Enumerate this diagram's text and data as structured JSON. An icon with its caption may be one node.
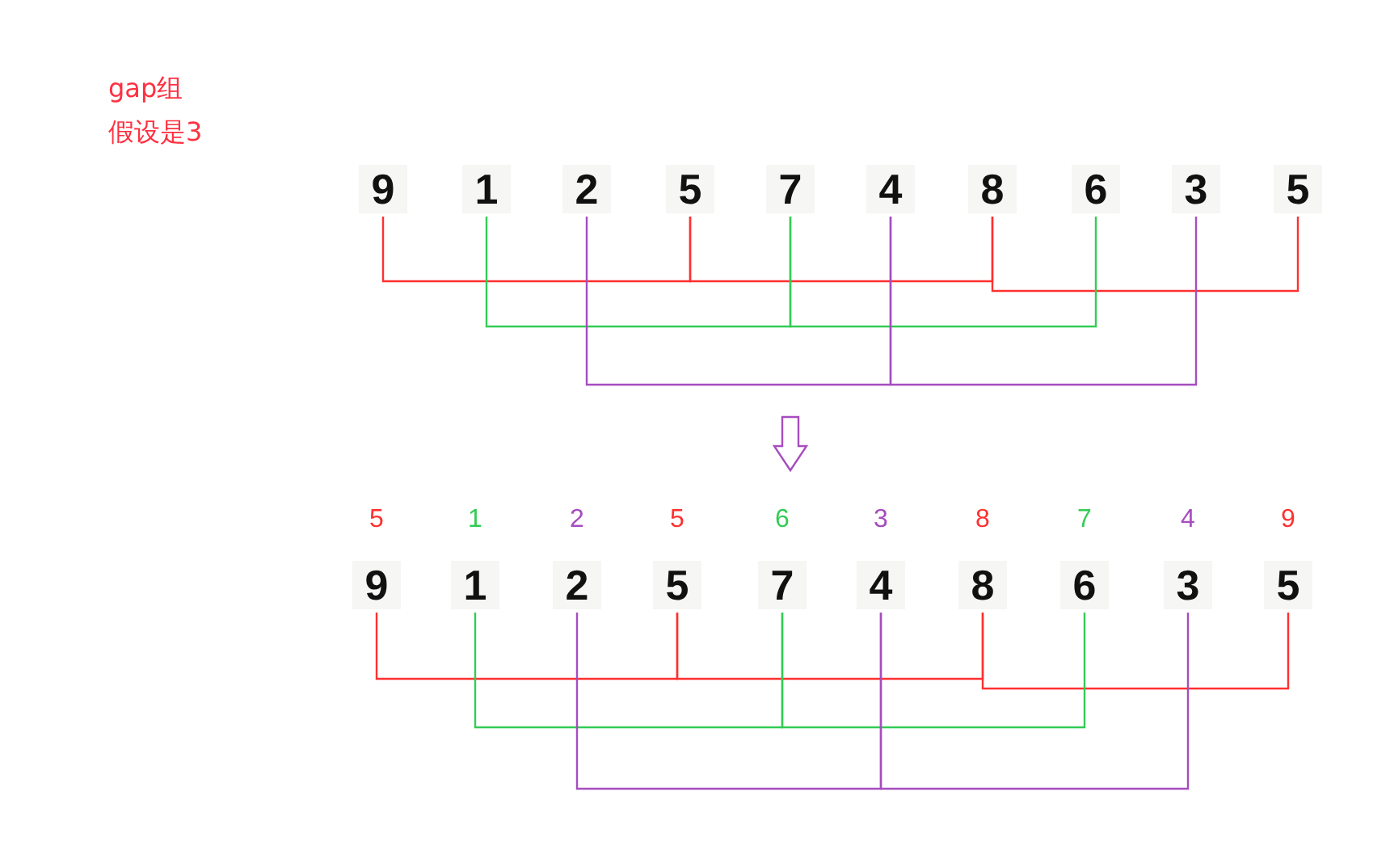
{
  "diagram": {
    "nodes": [
      {
        "text": [
          "9"
        ]
      },
      {
        "text": [
          "1"
        ]
      },
      {
        "text": [
          "2"
        ]
      },
      {
        "text": [
          "5"
        ]
      },
      {
        "text": [
          "7"
        ]
      },
      {
        "text": [
          "4"
        ]
      },
      {
        "text": [
          "8"
        ]
      },
      {
        "text": [
          "6"
        ]
      },
      {
        "text": [
          "3"
        ]
      },
      {
        "text": [
          "5"
        ]
      },
      {
        "text": [
          "9"
        ],
        "beside": [
          "5"
        ]
      },
      {
        "text": [
          "1"
        ],
        "beside": [
          "1"
        ]
      },
      {
        "text": [
          "2"
        ],
        "beside": [
          "2"
        ]
      },
      {
        "text": [
          "5"
        ],
        "beside": [
          "5"
        ]
      },
      {
        "text": [
          "7"
        ],
        "beside": [
          "6"
        ]
      },
      {
        "text": [
          "4"
        ],
        "beside": [
          "3"
        ]
      },
      {
        "text": [
          "8"
        ],
        "beside": [
          "8"
        ]
      },
      {
        "text": [
          "6"
        ],
        "beside": [
          "7"
        ]
      },
      {
        "text": [
          "3"
        ],
        "beside": [
          "4"
        ]
      },
      {
        "text": [
          "5"
        ],
        "beside": [
          "9"
        ]
      }
    ],
    "edges": [
      {
        "from": 0,
        "to": 3,
        "arrow": "none",
        "color": "#ff3030"
      },
      {
        "from": 3,
        "to": 6,
        "arrow": "none",
        "color": "#ff3030"
      },
      {
        "from": 6,
        "to": 9,
        "arrow": "none",
        "color": "#ff3030"
      },
      {
        "from": 1,
        "to": 4,
        "arrow": "none",
        "color": "#33cc55"
      },
      {
        "from": 4,
        "to": 7,
        "arrow": "none",
        "color": "#33cc55"
      },
      {
        "from": 2,
        "to": 5,
        "arrow": "none",
        "color": "#a64dbf"
      },
      {
        "from": 5,
        "to": 8,
        "arrow": "none",
        "color": "#a64dbf"
      },
      {
        "from": 10,
        "to": 13,
        "arrow": "none",
        "color": "#ff3030"
      },
      {
        "from": 13,
        "to": 16,
        "arrow": "none",
        "color": "#ff3030"
      },
      {
        "from": 16,
        "to": 19,
        "arrow": "none",
        "color": "#ff3030"
      },
      {
        "from": 11,
        "to": 14,
        "arrow": "none",
        "color": "#33cc55"
      },
      {
        "from": 14,
        "to": 17,
        "arrow": "none",
        "color": "#33cc55"
      },
      {
        "from": 12,
        "to": 15,
        "arrow": "none",
        "color": "#a64dbf"
      },
      {
        "from": 15,
        "to": 18,
        "arrow": "none",
        "color": "#a64dbf"
      }
    ],
    "labels": [
      "gap组",
      "假设是3"
    ]
  }
}
